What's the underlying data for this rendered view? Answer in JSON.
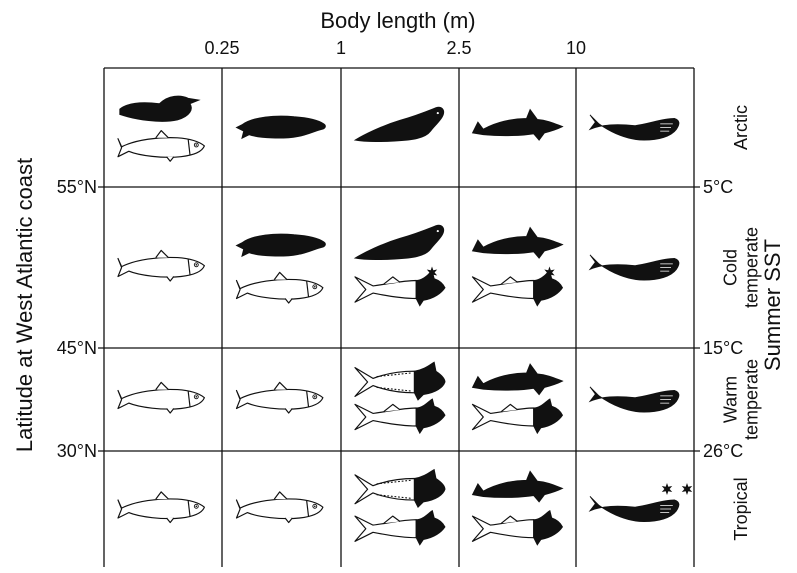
{
  "title": "Body length (m)",
  "y_title_left": "Latitude at West Atlantic coast",
  "y_title_right": "Summer SST",
  "length_ticks": [
    "0.25",
    "1",
    "2.5",
    "10"
  ],
  "latitude_ticks": [
    "55°N",
    "45°N",
    "30°N"
  ],
  "sst_ticks": [
    "5°C",
    "15°C",
    "26°C"
  ],
  "zones": [
    {
      "lines": [
        "Arctic"
      ]
    },
    {
      "lines": [
        "Cold",
        "temperate"
      ]
    },
    {
      "lines": [
        "Warm",
        "temperate"
      ]
    },
    {
      "lines": [
        "Tropical"
      ]
    }
  ],
  "cells": [
    [
      [
        "bird",
        "fish"
      ],
      [
        "seal"
      ],
      [
        "walrus"
      ],
      [
        "dolphin"
      ],
      [
        "whale"
      ]
    ],
    [
      [
        "fish"
      ],
      [
        "seal",
        "fish"
      ],
      [
        "walrus",
        "shark*"
      ],
      [
        "dolphin",
        "shark*"
      ],
      [
        "whale"
      ]
    ],
    [
      [
        "fish"
      ],
      [
        "fish"
      ],
      [
        "tuna",
        "shark"
      ],
      [
        "dolphin",
        "shark"
      ],
      [
        "whale"
      ]
    ],
    [
      [
        "fish"
      ],
      [
        "fish"
      ],
      [
        "tuna",
        "shark"
      ],
      [
        "dolphin",
        "shark"
      ],
      [
        "whale**"
      ]
    ]
  ]
}
